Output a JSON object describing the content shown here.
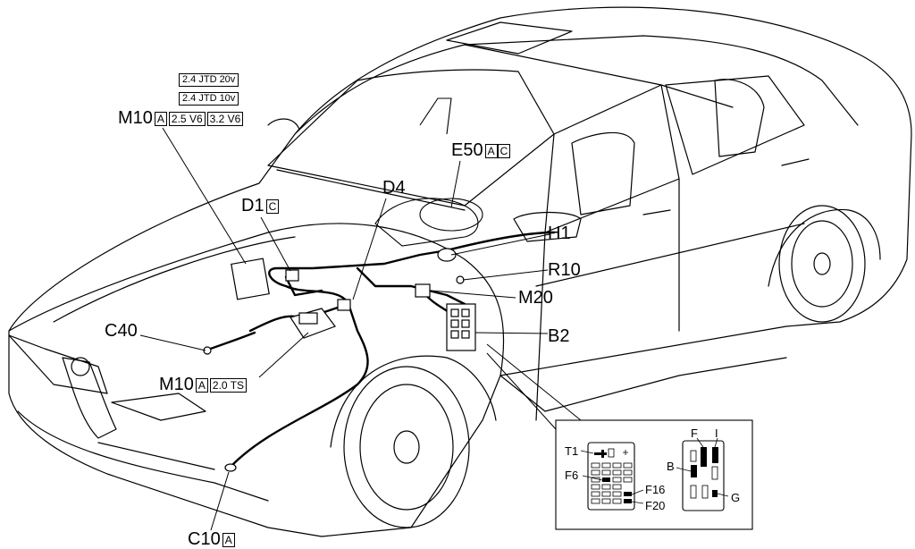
{
  "labels": {
    "m10_top": "M10",
    "m10_top_box": "A",
    "eng_25v6": "2.5 V6",
    "eng_32v6": "3.2 V6",
    "eng_24jtd20v": "2.4 JTD 20v",
    "eng_24jtd10v": "2.4 JTD 10v",
    "d1": "D1",
    "d1_box": "C",
    "d4": "D4",
    "e50": "E50",
    "e50_box_a": "A",
    "e50_box_c": "C",
    "h1": "H1",
    "r10": "R10",
    "m20": "M20",
    "b2": "B2",
    "c40": "C40",
    "m10_bottom": "M10",
    "m10_bottom_box": "A",
    "eng_20ts": "2.0 TS",
    "c10": "C10",
    "c10_box": "A"
  },
  "inset": {
    "t1": "T1",
    "f6": "F6",
    "f16": "F16",
    "f20": "F20",
    "f": "F",
    "i": "I",
    "b": "B",
    "g": "G"
  }
}
